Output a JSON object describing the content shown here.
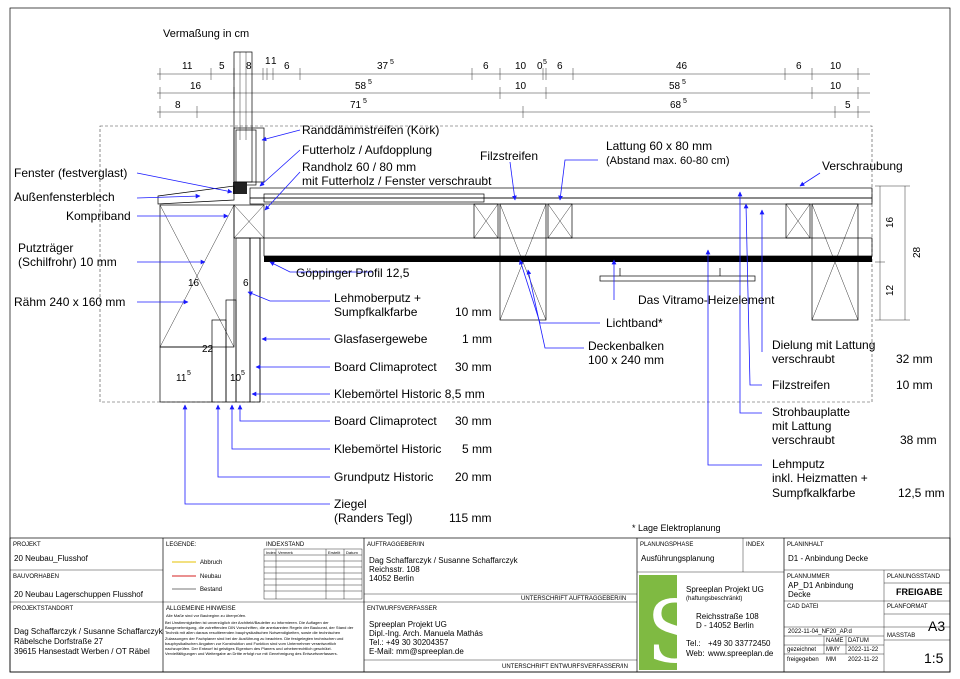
{
  "heading": "Vermaßung in cm",
  "dims": {
    "row1": [
      "11",
      "5",
      "8",
      "1",
      "1",
      "6",
      "37",
      "5",
      "6",
      "10",
      "0",
      "5",
      "6",
      "46",
      "6",
      "10"
    ],
    "row2": [
      "16",
      "58",
      "5",
      "10",
      "58",
      "5",
      "10"
    ],
    "row3": [
      "8",
      "71",
      "5",
      "68",
      "5",
      "5"
    ]
  },
  "section_labels": {
    "r1": "16",
    "r2": "6",
    "r3": "22",
    "r4": "11",
    "r4s": "5",
    "r5": "10",
    "r5s": "5"
  },
  "side_dims": {
    "d16": "16",
    "d28": "28",
    "d12": "12"
  },
  "labels": {
    "randdaemm": "Randdämmstreifen (Kork)",
    "futterholz": "Futterholz / Aufdopplung",
    "randholz1": "Randholz 60 / 80 mm",
    "randholz2": "mit Futterholz / Fenster verschraubt",
    "fenster": "Fenster (festverglast)",
    "aussenfb": "Außenfensterblech",
    "kompri": "Kompriband",
    "putztraeger1": "Putzträger",
    "putztraeger2": "(Schilfrohr) 10 mm",
    "raehm": "Rähm 240 x 160 mm",
    "filz_top": "Filzstreifen",
    "lattung1": "Lattung 60 x 80 mm",
    "lattung2": "(Abstand max. 60-80 cm)",
    "verschraubung": "Verschraubung",
    "goeppinger": "Göppinger Profil 12,5",
    "vitramo": "Das Vitramo-Heizelement",
    "lichtband": "Lichtband*",
    "deckenbalken1": "Deckenbalken",
    "deckenbalken2": "100 x 240 mm",
    "dielung1": "Dielung mit Lattung",
    "dielung2": "verschraubt",
    "dielung_v": "32  mm",
    "filzstreifen": "Filzstreifen",
    "filzstreifen_v": "10  mm",
    "stroh1": "Strohbauplatte",
    "stroh2": "mit Lattung",
    "stroh3": "verschraubt",
    "stroh_v": "38  mm",
    "lehmputz1": "Lehmputz",
    "lehmputz2": "inkl. Heizmatten +",
    "lehmputz3": "Sumpfkalkfarbe",
    "lehmputz_v": "12,5 mm",
    "lehmober1": "Lehmoberputz +",
    "lehmober2": "Sumpfkalkfarbe",
    "lehmober_v": "10 mm",
    "glasfaser": "Glasfasergewebe",
    "glasfaser_v": "1 mm",
    "board1": "Board Climaprotect",
    "board1_v": "30 mm",
    "kleber1": "Klebemörtel Historic 8,5 mm",
    "board2": "Board Climaprotect",
    "board2_v": "30 mm",
    "kleber2": "Klebemörtel Historic",
    "kleber2_v": "5 mm",
    "grundputz": "Grundputz Historic",
    "grundputz_v": "20 mm",
    "ziegel1": "Ziegel",
    "ziegel2": "(Randers Tegl)",
    "ziegel_v": "115 mm",
    "elektro_note": "* Lage Elektroplanung"
  },
  "titleblock": {
    "projekt_h": "PROJEKT",
    "projekt": "20 Neubau_Flusshof",
    "bauvorhaben_h": "BAUVORHABEN",
    "bauvorhaben": "20 Neubau Lagerschuppen Flusshof",
    "standort_h": "PROJEKTSTANDORT",
    "standort1": "Dag Schaffarczyk / Susanne Schaffarczyk",
    "standort2": "Räbelsche Dorfstraße 27",
    "standort3": "39615 Hansestadt Werben / OT Räbel",
    "legende_h": "LEGENDE:",
    "leg_abbruch": "Abbruch",
    "leg_neubau": "Neubau",
    "leg_bestand": "Bestand",
    "leg_abbruch_color": "#e6c200",
    "leg_neubau_color": "#d62020",
    "leg_bestand_color": "#777777",
    "index_h": "INDEXSTAND",
    "index_cols": [
      "Index",
      "Vermerk",
      "Erstellt",
      "Datum"
    ],
    "hinweis_h": "ALLGEMEINE HINWEISE",
    "hinweis1": "Alle Maße sind vor Baubeginn zu überprüfen.",
    "hinweis2": "Bei Unstimmigkeiten ist unverzüglich der Architekt/Bauleiter zu informieren. Die Auflagen der Baugenehmigung, die zutreffenden DIN Vorschriften, die anerkannten Regeln der Baukunst, der Stand der Technik mit allen daraus resultierenden bauphysikalischen Notwendigkeiten, sowie die technischen Zulassungen der Fachplaner sind bei der Ausführung zu beachten. Die festgelegten technischen und bauphysikalischen Angaben zur Konstruktion und Funktion sind vom Unternehmer verantwortlich nachzuprüfen. Der Entwurf ist geistiges Eigentum des Planers und urheberrechtlich geschützt. Vervielfältigungen und Weitergabe an Dritte erfolgt nur mit Genehmigung des Entwurfsverfassers.",
    "auftrag_h": "AUFTRAGGEBER/IN",
    "auftrag1": "Dag Schaffarczyk / Susanne Schaffarczyk",
    "auftrag2": "Reichsstr. 108",
    "auftrag3": "14052 Berlin",
    "auftrag_sig": "UNTERSCHRIFT AUFTRAGGEBER/IN",
    "entwurf_h": "ENTWURFSVERFASSER",
    "entwurf1": "Spreeplan Projekt UG",
    "entwurf2": "Dipl.-Ing. Arch. Manuela Mathás",
    "entwurf3": "Tel.: +49 30 30204357",
    "entwurf4": "E-Mail: mm@spreeplan.de",
    "entwurf_sig": "UNTERSCHRIFT ENTWURFSVERFASSER/IN",
    "phase_h": "PLANUNGSPHASE",
    "phase": "Ausführungsplanung",
    "index_h2": "INDEX",
    "logo_letter": "S",
    "logo_color": "#7fba42",
    "firm1": "Spreeplan Projekt UG",
    "firm2": "(haftungsbeschränkt)",
    "firm3": "Reichsstraße 108",
    "firm4": "D - 14052 Berlin",
    "firm5_l": "Tel.:",
    "firm5": "+49 30 33772450",
    "firm6_l": "Web:",
    "firm6": "www.spreeplan.de",
    "planinhalt_h": "PLANINHALT",
    "planinhalt": "D1 - Anbindung Decke",
    "plannummer_h": "PLANNUMMER",
    "plannummer1": "AP_D1 Anbindung",
    "plannummer2": "Decke",
    "cad_h": "CAD DATEI",
    "cad": "2022-11-04_NF20_AP.d",
    "stand_h": "PLANUNGSSTAND",
    "stand": "FREIGABE",
    "format_h": "PLANFORMAT",
    "format": "A3",
    "name_h": "NAME",
    "datum_h": "DATUM",
    "gez_l": "gezeichnet",
    "gez_n": "MMY",
    "gez_d": "2022-11-22",
    "frei_l": "freigegeben",
    "frei_n": "MM",
    "frei_d": "2022-11-22",
    "massstab_h": "MASSTAB",
    "massstab": "1:5"
  }
}
